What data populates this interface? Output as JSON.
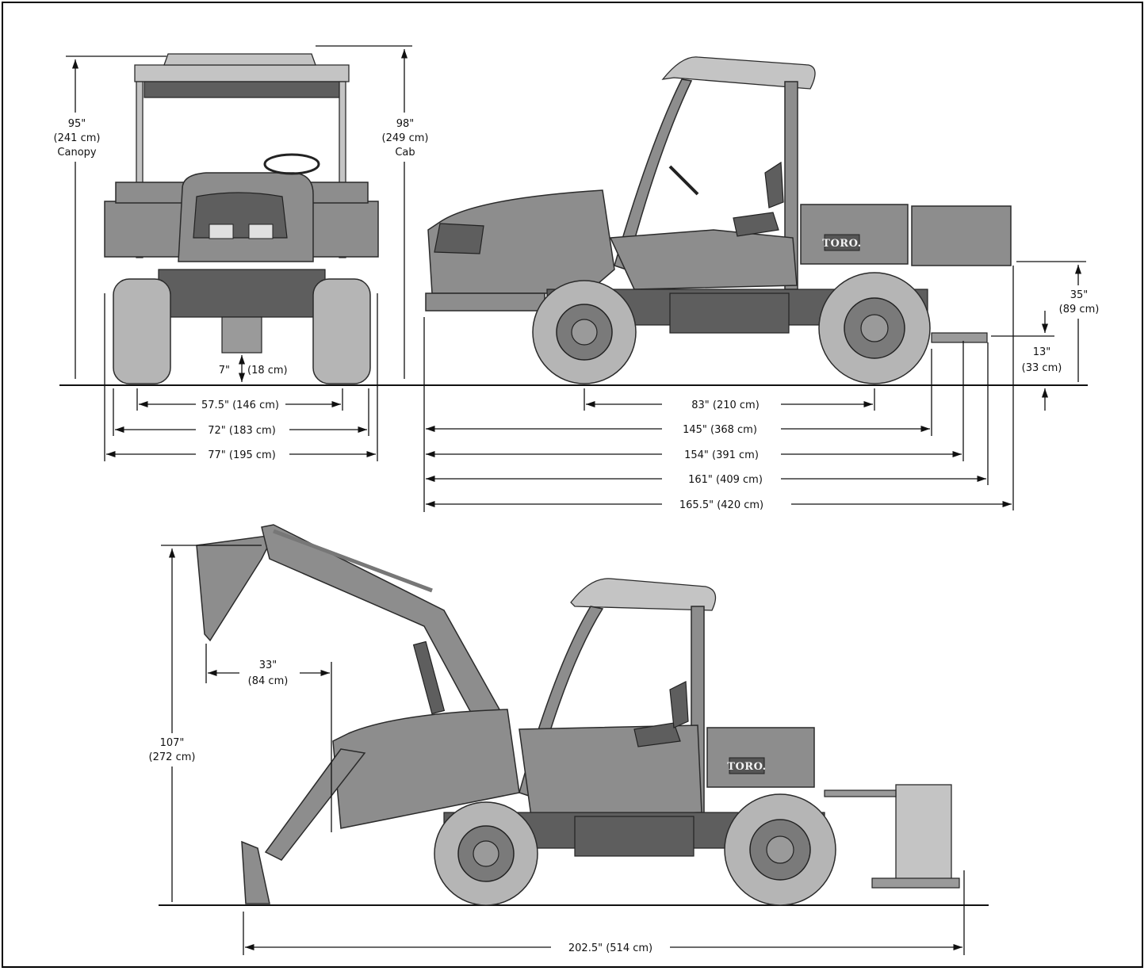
{
  "dimensions": {
    "height_canopy": {
      "in": "95\"",
      "cm": "(241 cm)",
      "note": "Canopy"
    },
    "height_cab": {
      "in": "98\"",
      "cm": "(249 cm)",
      "note": "Cab"
    },
    "ground_clearance": {
      "in": "7\"",
      "cm": "(18 cm)"
    },
    "front_track": "57.5\" (146 cm)",
    "width_72": "72\" (183 cm)",
    "width_77": "77\" (195 cm)",
    "wheelbase": "83\" (210 cm)",
    "length_145": "145\" (368 cm)",
    "length_154": "154\" (391 cm)",
    "length_161": "161\" (409 cm)",
    "length_165": "165.5\" (420 cm)",
    "bed_height": {
      "in": "35\"",
      "cm": "(89 cm)"
    },
    "hitch_height": {
      "in": "13\"",
      "cm": "(33 cm)"
    },
    "loader_reach": {
      "in": "33\"",
      "cm": "(84 cm)"
    },
    "loader_height": {
      "in": "107\"",
      "cm": "(272 cm)"
    },
    "loader_length": "202.5\" (514 cm)"
  },
  "brand": {
    "logo_text": "TORO."
  },
  "icons": [
    "dimension-arrow",
    "vehicle-illustration"
  ]
}
